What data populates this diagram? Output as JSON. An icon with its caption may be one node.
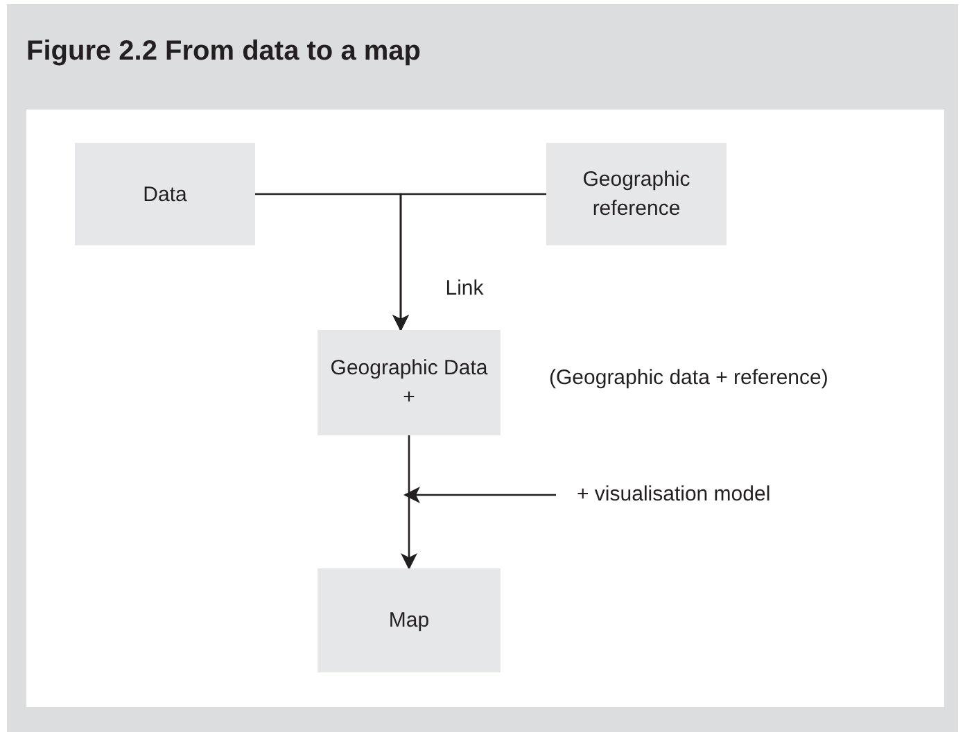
{
  "diagram": {
    "title": "Figure 2.2  From data to a map",
    "nodes": [
      {
        "text": [
          "Data"
        ]
      },
      {
        "text": [
          "Geographic reference"
        ]
      },
      {
        "text": [
          "Geographic Data +"
        ],
        "beside": [
          "(Geographic data + reference)"
        ]
      },
      {
        "text": [
          "Map"
        ]
      },
      {
        "text": [
          "+ visualisation model"
        ]
      }
    ],
    "edges": [
      {
        "from": 0,
        "to": 2,
        "arrow": "to",
        "label": "Link"
      },
      {
        "from": 1,
        "to": 2,
        "arrow": "to"
      },
      {
        "from": 2,
        "to": 3,
        "arrow": "to"
      },
      {
        "from": 4,
        "to": null,
        "arrow": "to"
      }
    ]
  }
}
